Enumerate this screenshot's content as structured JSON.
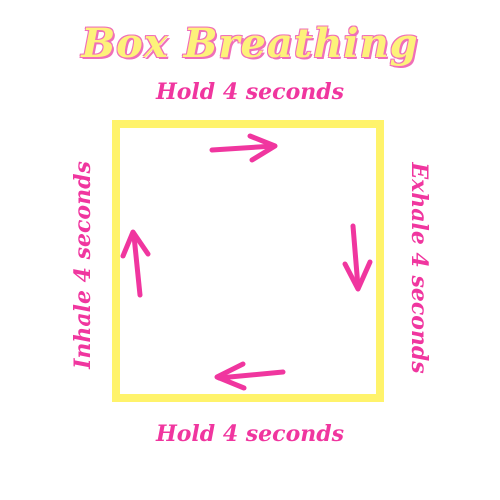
{
  "title": "Box Breathing",
  "labels": {
    "top": "Hold 4 seconds",
    "right": "Exhale 4 seconds",
    "bottom": "Hold 4 seconds",
    "left": "Inhale 4 seconds"
  },
  "colors": {
    "title_fill": "#fdf27a",
    "title_shadow": "#f06fb8",
    "label": "#f0369f",
    "square": "#fff36b",
    "arrow": "#f0369f",
    "background": "#ffffff"
  },
  "arrows": [
    "arrow-right-icon",
    "arrow-down-icon",
    "arrow-left-icon",
    "arrow-up-icon"
  ]
}
